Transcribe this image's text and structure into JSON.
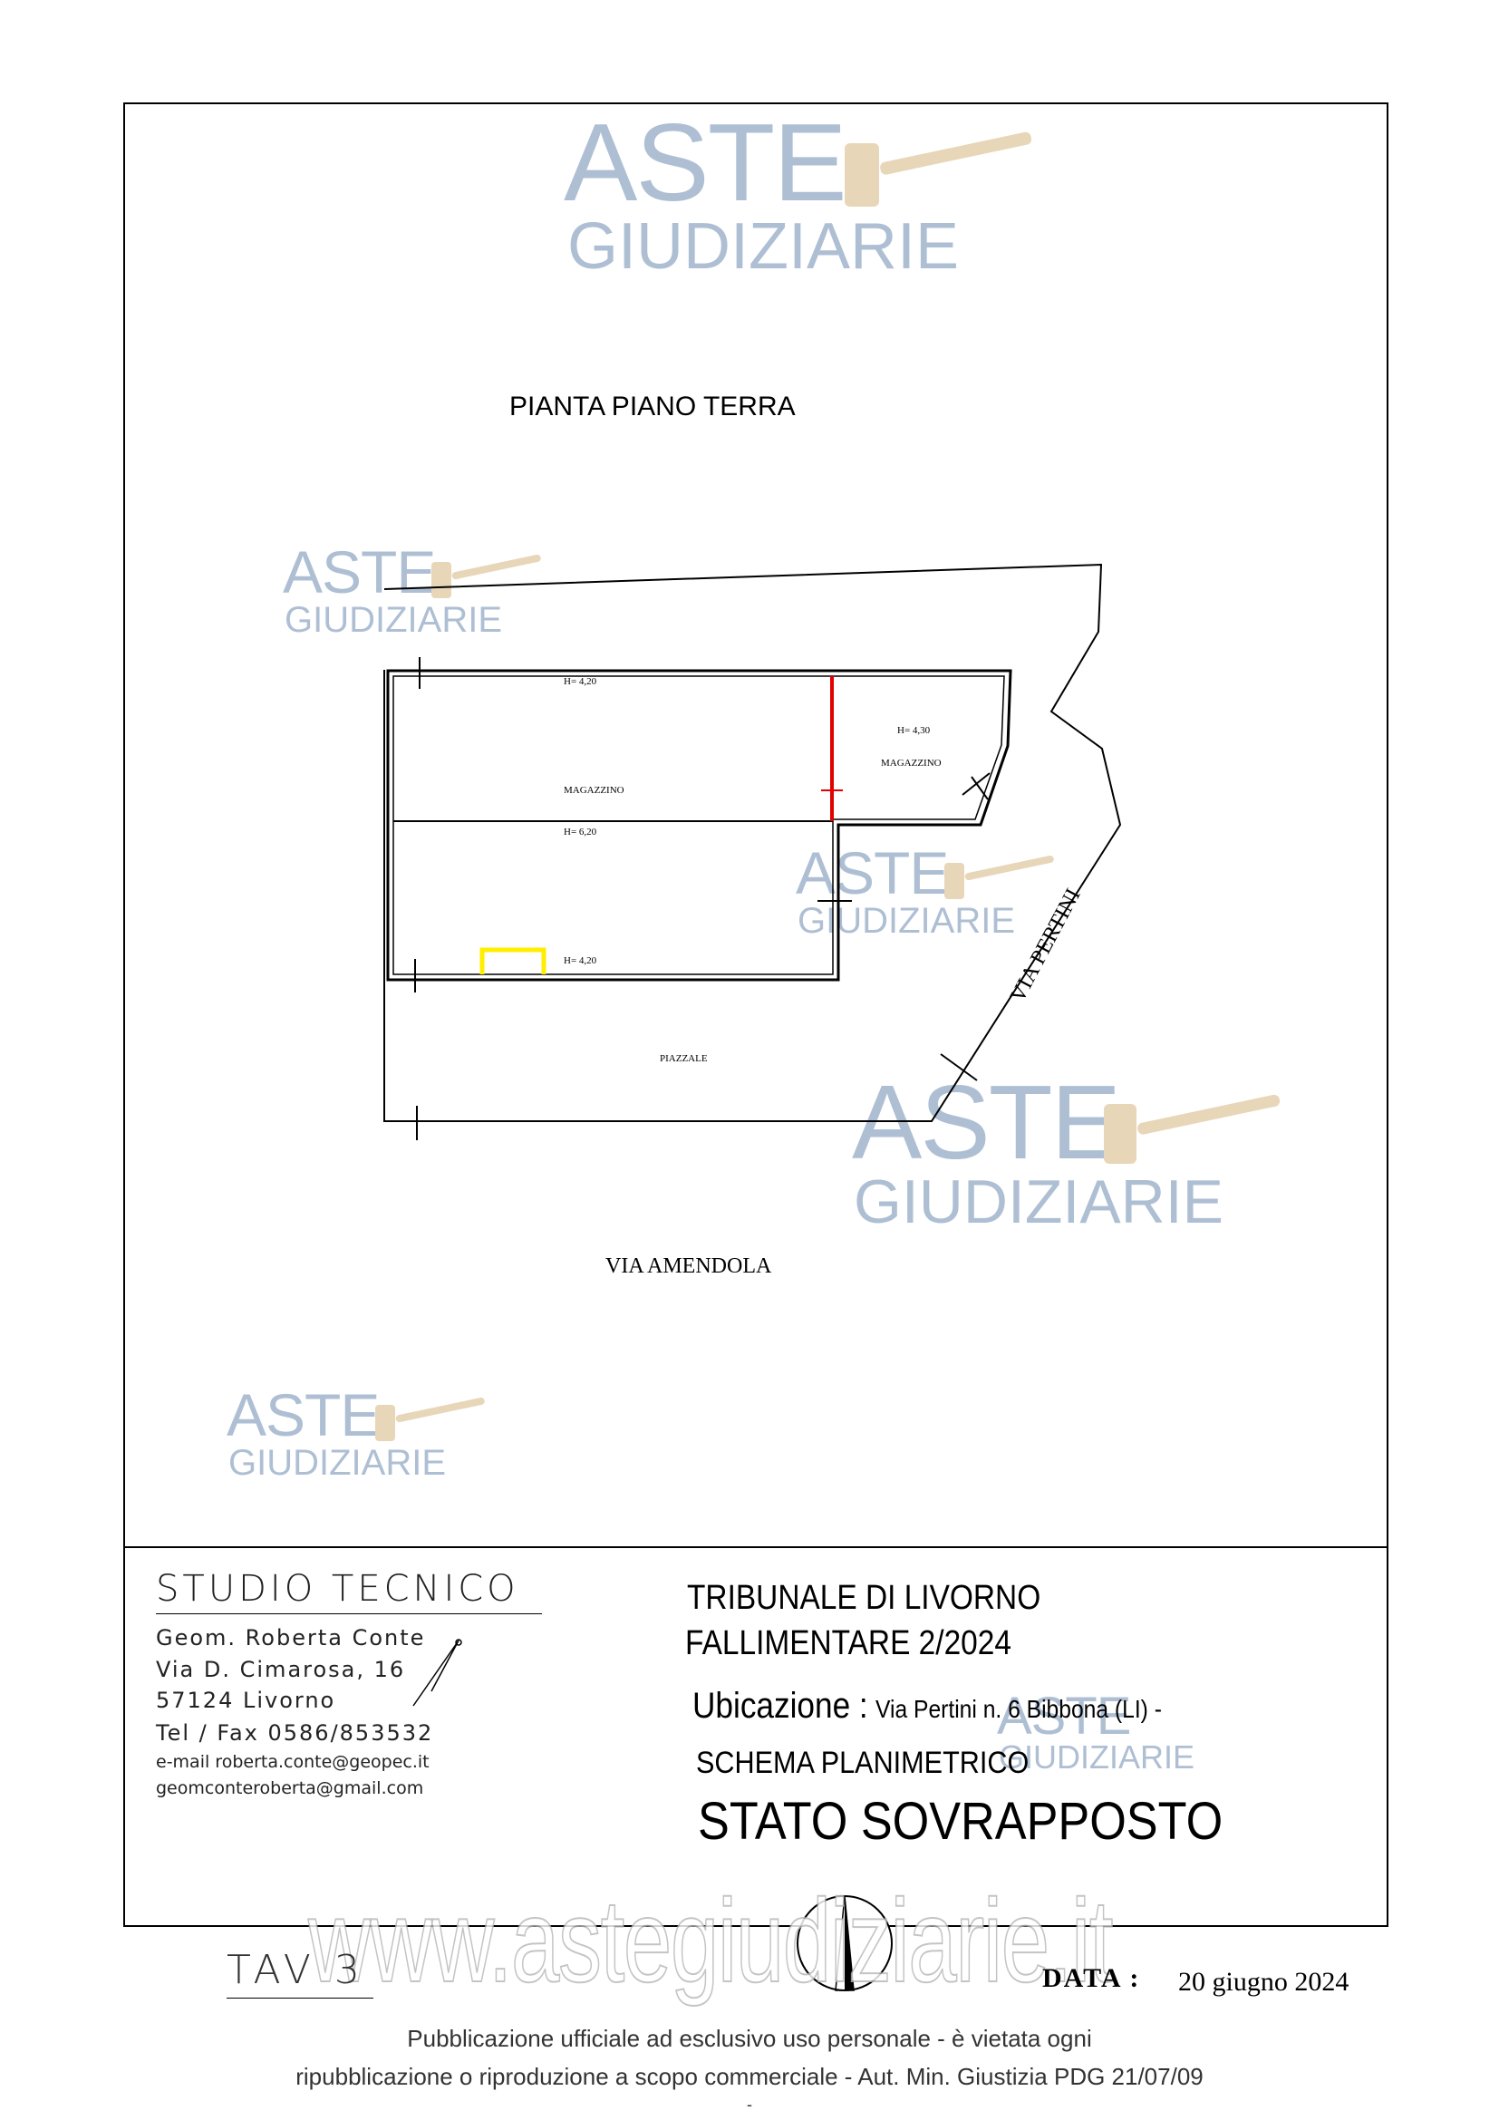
{
  "watermark": {
    "word1": "ASTE",
    "word2": "GIUDIZIARIE",
    "site": "www.astegiudiziarie.it"
  },
  "plan": {
    "title": "PIANTA PIANO TERRA",
    "rooms": [
      {
        "label": "MAGAZZINO"
      },
      {
        "label": "MAGAZZINO"
      }
    ],
    "heights": [
      "H= 4,20",
      "H= 4,30",
      "H= 6,20",
      "H= 4,20"
    ],
    "yard": "PIAZZALE",
    "street_south": "VIA AMENDOLA",
    "street_east": "VIA PERTINI"
  },
  "studio": {
    "heading": "STUDIO  TECNICO",
    "name": "Geom. Roberta Conte",
    "address": "Via D. Cimarosa, 16",
    "city": "57124 Livorno",
    "phone": "Tel / Fax 0586/853532",
    "email1": "e-mail roberta.conte@geopec.it",
    "email2": "geomconteroberta@gmail.com"
  },
  "case": {
    "court": "TRIBUNALE DI LIVORNO",
    "procedure": "FALLIMENTARE 2/2024",
    "location_label": "Ubicazione :",
    "location_value": "Via  Pertini n. 6 Bibbona (LI) -",
    "schema": "SCHEMA PLANIMETRICO",
    "state": "STATO SOVRAPPOSTO"
  },
  "sheet_no": "TAV 3",
  "date_label": "DATA :",
  "date_value": "20 giugno 2024",
  "footer": {
    "line1": "Pubblicazione ufficiale ad esclusivo uso personale - è vietata ogni",
    "line2": "ripubblicazione o riproduzione a scopo commerciale - Aut. Min. Giustizia PDG 21/07/09",
    "line3": "-"
  },
  "colors": {
    "border": "#000000",
    "watermark_text": "#aebfd4",
    "watermark_gavel": "#e8d6b8",
    "demolition": "#e00000",
    "new_opening": "#ffee00"
  }
}
